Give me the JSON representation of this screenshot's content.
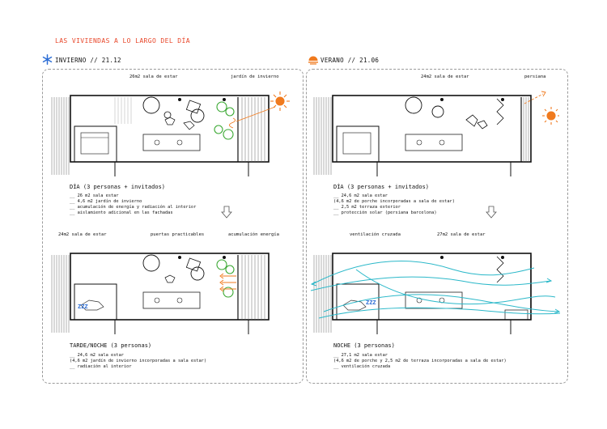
{
  "page": {
    "title": "LAS VIVIENDAS A LO LARGO DEL DÍA"
  },
  "colors": {
    "accent": "#e8472a",
    "snow": "#2e6fd6",
    "sun": "#f07a1e",
    "plant": "#3aa832",
    "wind": "#2bb8c9"
  },
  "winter": {
    "season_label": "INVIERNO // 21.12",
    "day": {
      "callouts": [
        "26m2 sala de estar",
        "jardín de invierno"
      ],
      "title": "DÍA  (3 personas + invitados)",
      "lines": [
        "__ 26 m2 sala estar",
        "__ 4,6 m2 jardín de invierno",
        "__ acumulación de energía y radiación al interior",
        "__ aislamiento adicional en las fachadas"
      ]
    },
    "night": {
      "callouts": [
        "24m2 sala de estar",
        "puertas practicables",
        "acumulación energía"
      ],
      "title": "TARDE/NOCHE  (3 personas)",
      "lines": [
        "__ 24,6 m2 sala estar",
        "(4,6 m2 jardín de invierno incorporadas a sala estar)",
        "__ radiación al interior"
      ]
    }
  },
  "summer": {
    "season_label": "VERANO // 21.06",
    "day": {
      "callouts": [
        "24m2 sala de estar",
        "persiana"
      ],
      "title": "DÍA  (3 personas + invitados)",
      "lines": [
        "__ 24,6 m2 sala estar",
        "(4,6 m2 de porche incorporadas a sala de estar)",
        "__ 2,5 m2 terraza exterior",
        "__ protección solar (persiana barcelona)"
      ]
    },
    "night": {
      "callouts": [
        "ventilación cruzada",
        "27m2 sala de estar"
      ],
      "title": "NOCHE  (3 personas)",
      "lines": [
        "__ 27,1 m2 sala estar",
        "(4,6 m2 de porche y 2,5 m2 de terraza incorporadas a sala de estar)",
        "__ ventilación cruzada"
      ]
    }
  },
  "sleep_text": "ZZZ"
}
